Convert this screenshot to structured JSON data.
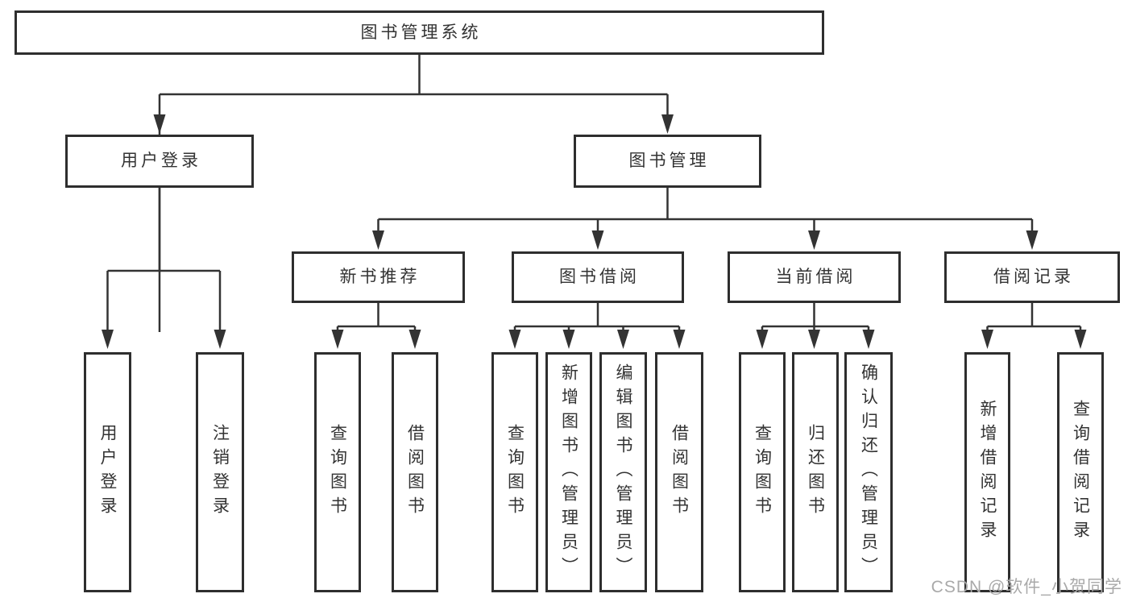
{
  "diagram": {
    "root": {
      "label": "图书管理系统"
    },
    "branches": [
      {
        "label": "用户登录",
        "children": [
          {
            "label": "用户登录"
          },
          {
            "label": "注销登录"
          }
        ]
      },
      {
        "label": "图书管理",
        "children": [
          {
            "label": "新书推荐",
            "children": [
              {
                "label": "查询图书"
              },
              {
                "label": "借阅图书"
              }
            ]
          },
          {
            "label": "图书借阅",
            "children": [
              {
                "label": "查询图书"
              },
              {
                "label": "新增图书（管理员）"
              },
              {
                "label": "编辑图书（管理员）"
              },
              {
                "label": "借阅图书"
              }
            ]
          },
          {
            "label": "当前借阅",
            "children": [
              {
                "label": "查询图书"
              },
              {
                "label": "归还图书"
              },
              {
                "label": "确认归还（管理员）"
              }
            ]
          },
          {
            "label": "借阅记录",
            "children": [
              {
                "label": "新增借阅记录"
              },
              {
                "label": "查询借阅记录"
              }
            ]
          }
        ]
      }
    ]
  },
  "watermark": {
    "text": "CSDN @软件_小贺同学"
  },
  "colors": {
    "line": "#333333",
    "box_border": "#2e2e2e",
    "text": "#333333",
    "watermark": "#a9a9a9",
    "background": "#ffffff"
  }
}
